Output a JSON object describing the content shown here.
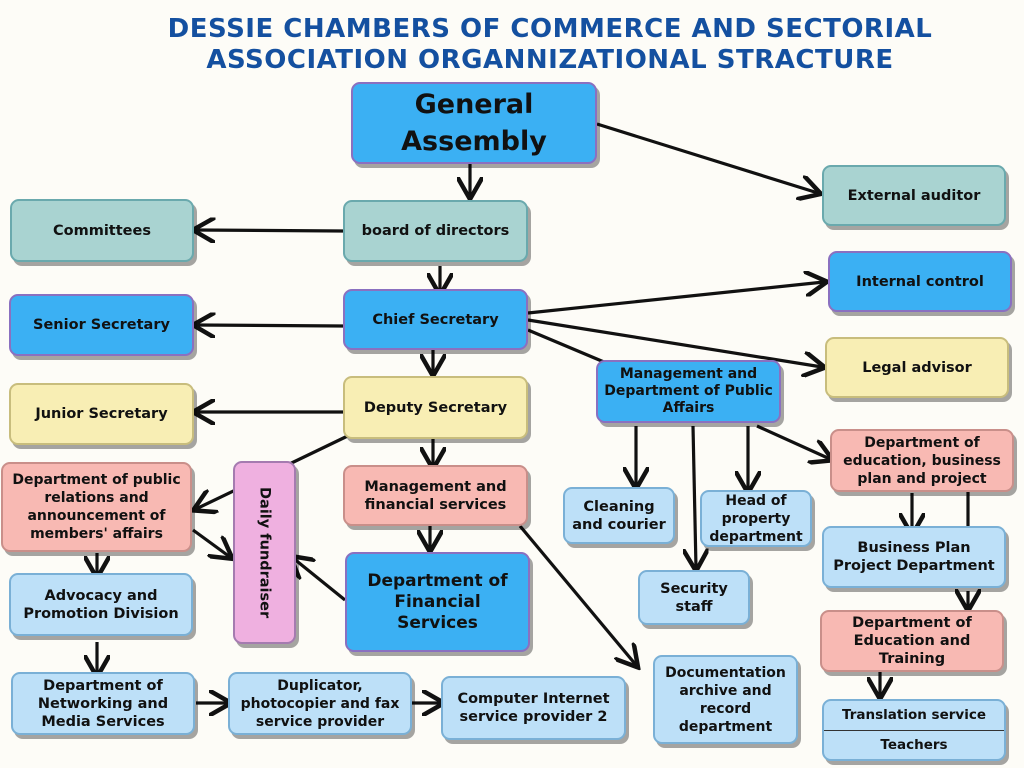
{
  "title_lines": [
    "DESSIE CHAMBERS OF COMMERCE AND SECTORIAL",
    "ASSOCIATION ORGANNIZATIONAL STRACTURE"
  ],
  "nodes": {
    "general_assembly": "General Assembly",
    "external_auditor": "External auditor",
    "board_of_directors": "board of directors",
    "committees": "Committees",
    "chief_secretary": "Chief Secretary",
    "senior_secretary": "Senior Secretary",
    "internal_control": "Internal control",
    "legal_advisor": "Legal advisor",
    "deputy_secretary": "Deputy Secretary",
    "junior_secretary": "Junior Secretary",
    "mgmt_public_affairs": "Management and Department of Public Affairs",
    "public_relations": "Department of public relations and announcement of members' affairs",
    "daily_fundraiser": "Daily fundraiser",
    "mgmt_financial": "Management and financial services",
    "cleaning_courier": "Cleaning and courier",
    "head_property": "Head of property department",
    "education_business": "Department of education, business plan and project",
    "financial_services": "Department of Financial Services",
    "advocacy": "Advocacy and Promotion Division",
    "security_staff": "Security staff",
    "business_plan": "Business Plan Project Department",
    "education_training": "Department of Education and Training",
    "networking_media": "Department of Networking and Media Services",
    "duplicator": "Duplicator, photocopier and fax service provider",
    "computer_internet": "Computer Internet service provider 2",
    "documentation": "Documentation archive and record department",
    "translation": "Translation service",
    "teachers": "Teachers"
  },
  "colors": {
    "title": "#1450a0",
    "blue": "#3bb0f3",
    "teal": "#a9d3d1",
    "cream": "#f8eeb4",
    "pink": "#f8b9b3",
    "light_blue": "#bde0f8",
    "violet": "#efb0e0",
    "connector": "#111111"
  }
}
